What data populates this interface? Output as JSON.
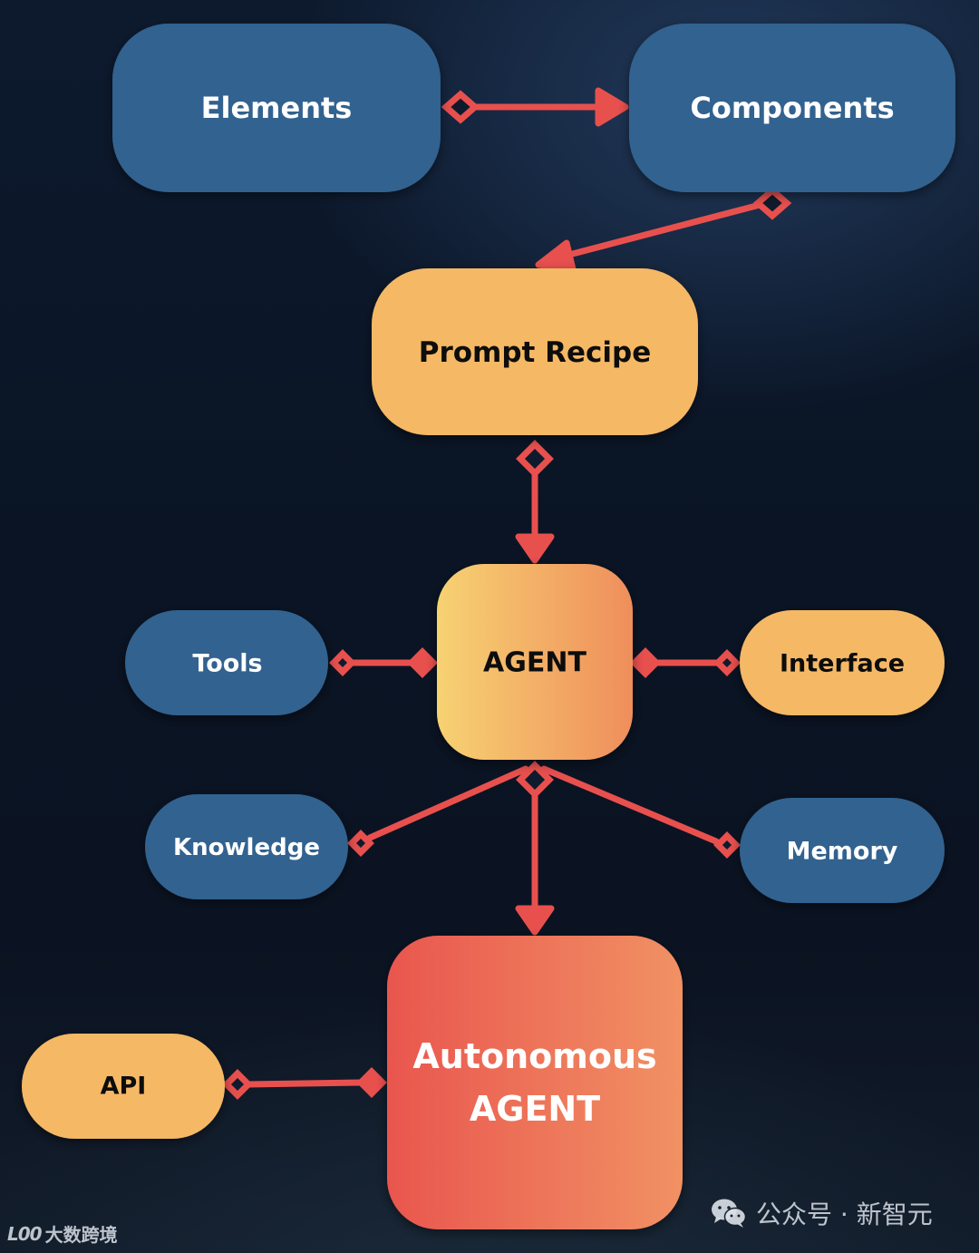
{
  "diagram": {
    "nodes": {
      "elements": "Elements",
      "components": "Components",
      "prompt_recipe": "Prompt Recipe",
      "agent": "AGENT",
      "tools": "Tools",
      "interface": "Interface",
      "knowledge": "Knowledge",
      "memory": "Memory",
      "autonomous_line1": "Autonomous",
      "autonomous_line2": "AGENT",
      "api": "API"
    }
  },
  "colors": {
    "blue_node": "#32628f",
    "orange_node": "#f5b865",
    "connector": "#e8504e",
    "text_light": "#ffffff",
    "text_dark": "#111111"
  },
  "watermarks": {
    "left_logo": "L00",
    "left_text": "大数跨境",
    "right_icon": "wechat-icon",
    "right_text": "公众号 · 新智元"
  }
}
